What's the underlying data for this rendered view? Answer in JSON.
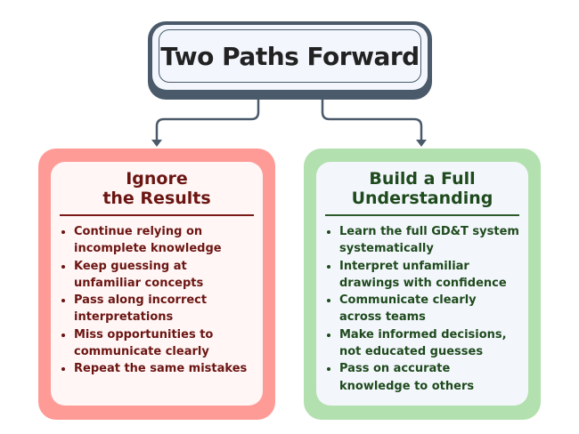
{
  "title": "Two Paths Forward",
  "colors": {
    "dark": "#4a5a6a",
    "left_accent": "#ff9b96",
    "right_accent": "#b2e0ae"
  },
  "left": {
    "heading_line1": "Ignore",
    "heading_line2": "the Results",
    "items": [
      "Continue relying on incomplete knowledge",
      "Keep guessing at unfamiliar concepts",
      "Pass along incorrect interpretations",
      "Miss opportunities to communicate clearly",
      "Repeat the same mistakes"
    ]
  },
  "right": {
    "heading_line1": "Build a Full",
    "heading_line2": "Understanding",
    "items": [
      "Learn the full GD&T system systematically",
      "Interpret unfamiliar drawings with confidence",
      "Communicate clearly across teams",
      "Make informed decisions, not educated guesses",
      "Pass on accurate knowledge to others"
    ]
  }
}
